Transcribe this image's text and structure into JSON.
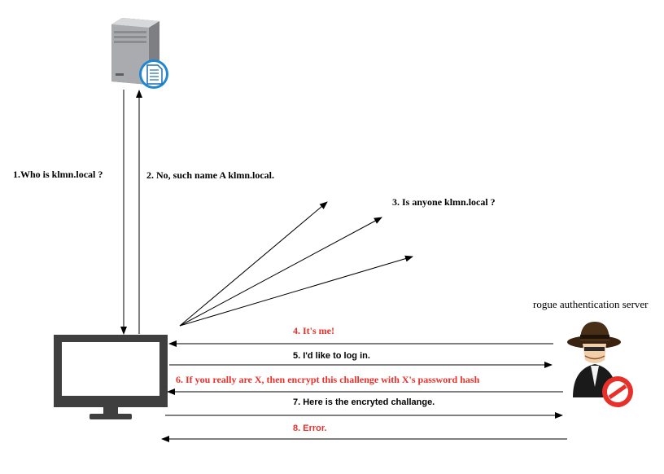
{
  "nodes": {
    "server_icon": "server-with-document-icon",
    "client_icon": "monitor-icon",
    "rogue_icon": "hacker-spy-icon",
    "rogue_label": "rogue authentication server"
  },
  "messages": {
    "m1": "1.Who is klmn.local ?",
    "m2": "2. No, such name A klmn.local.",
    "m3": "3. Is anyone klmn.local ?",
    "m4": "4. It's me!",
    "m5": "5. I'd like to log in.",
    "m6": "6. If you really are X, then encrypt this challenge with X's password hash",
    "m7": "7. Here is the encryted challange.",
    "m8": "8. Error."
  },
  "colors": {
    "line": "#000000",
    "highlight_text": "#e8302b",
    "monitor": "#3f3f3f",
    "server_body": "#9a9ca0",
    "forbidden_badge": "#e8302b"
  }
}
